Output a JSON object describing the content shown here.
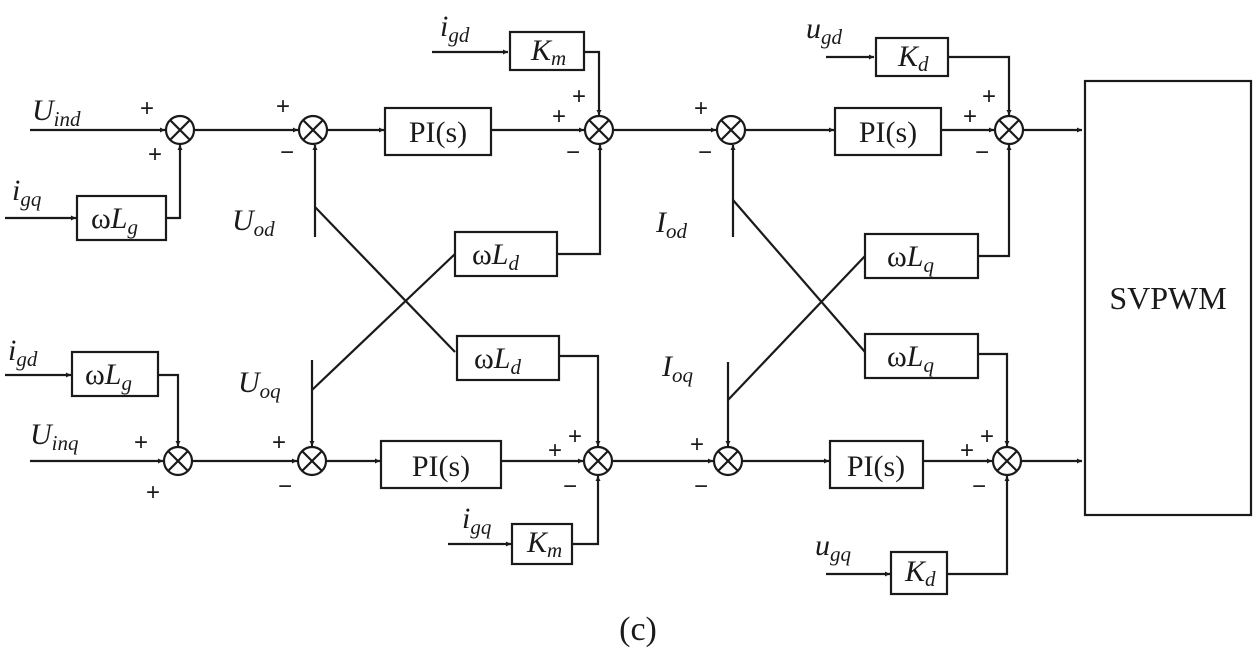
{
  "colors": {
    "ink": "#1a1a1a",
    "paper": "#ffffff"
  },
  "signals": {
    "u_ind": {
      "main": "U",
      "sub": "ind"
    },
    "i_gq_top": {
      "main": "i",
      "sub": "gq"
    },
    "u_od": {
      "main": "U",
      "sub": "od"
    },
    "u_oq": {
      "main": "U",
      "sub": "oq"
    },
    "i_gd_bot": {
      "main": "i",
      "sub": "gd"
    },
    "u_inq": {
      "main": "U",
      "sub": "inq"
    },
    "i_gd_top": {
      "main": "i",
      "sub": "gd"
    },
    "i_gq_bot": {
      "main": "i",
      "sub": "gq"
    },
    "i_od": {
      "main": "I",
      "sub": "od"
    },
    "i_oq": {
      "main": "I",
      "sub": "oq"
    },
    "u_gd": {
      "main": "u",
      "sub": "gd"
    },
    "u_gq": {
      "main": "u",
      "sub": "gq"
    }
  },
  "blocks": {
    "pi_label": "PI(s)",
    "omega": "ω",
    "lg": {
      "main": "L",
      "sub": "g"
    },
    "ld": {
      "main": "L",
      "sub": "d"
    },
    "lq": {
      "main": "L",
      "sub": "q"
    },
    "km": {
      "main": "K",
      "sub": "m"
    },
    "kd": {
      "main": "K",
      "sub": "d"
    },
    "svpwm": "SVPWM"
  },
  "signs": {
    "plus": "+",
    "minus": "−"
  },
  "caption": "(c)"
}
